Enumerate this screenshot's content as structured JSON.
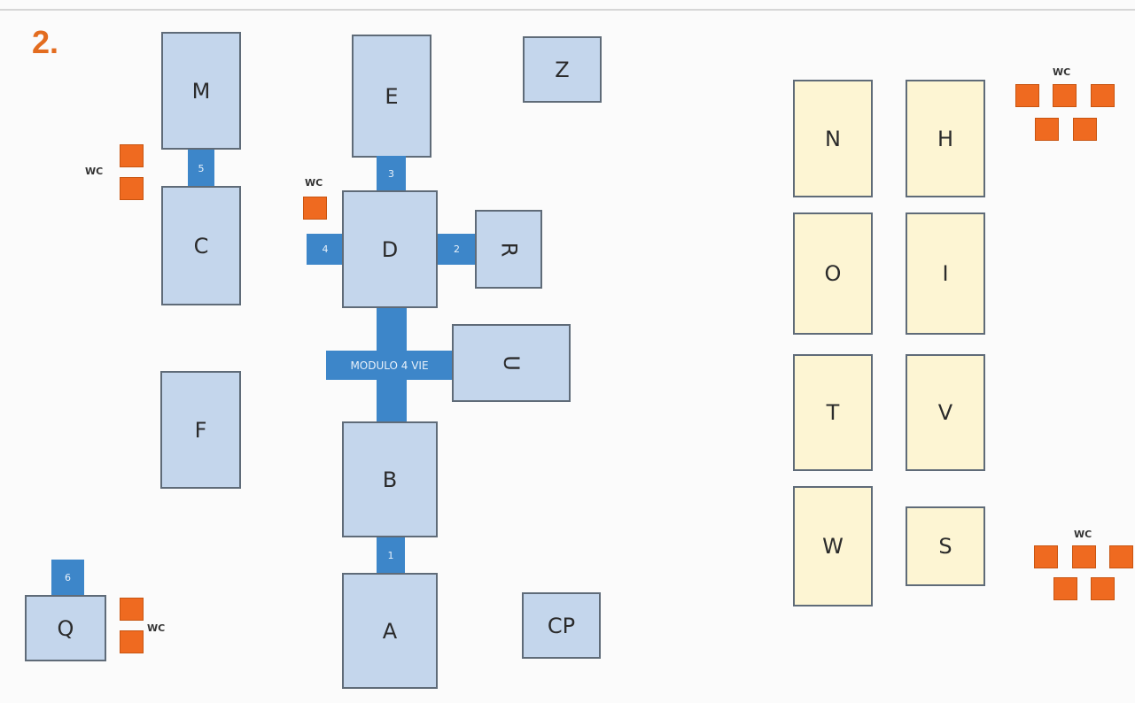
{
  "title": "2.",
  "wc_label": "WC",
  "rooms": {
    "M": "M",
    "C": "C",
    "F": "F",
    "Q": "Q",
    "E": "E",
    "D": "D",
    "R": "R",
    "U": "U",
    "B": "B",
    "A": "A",
    "Z": "Z",
    "CP": "CP",
    "N": "N",
    "H": "H",
    "O": "O",
    "I": "I",
    "T": "T",
    "V": "V",
    "W": "W",
    "S": "S"
  },
  "connectors": {
    "c1": "1",
    "c2": "2",
    "c3": "3",
    "c4": "4",
    "c5": "5",
    "c6": "6",
    "modulo": "MODULO 4 VIE"
  },
  "colors": {
    "title": "#e36c1f",
    "room_blue": "#c4d6ec",
    "room_yellow": "#fdf5d3",
    "connector": "#3d86c9",
    "wc": "#ef6a20"
  }
}
